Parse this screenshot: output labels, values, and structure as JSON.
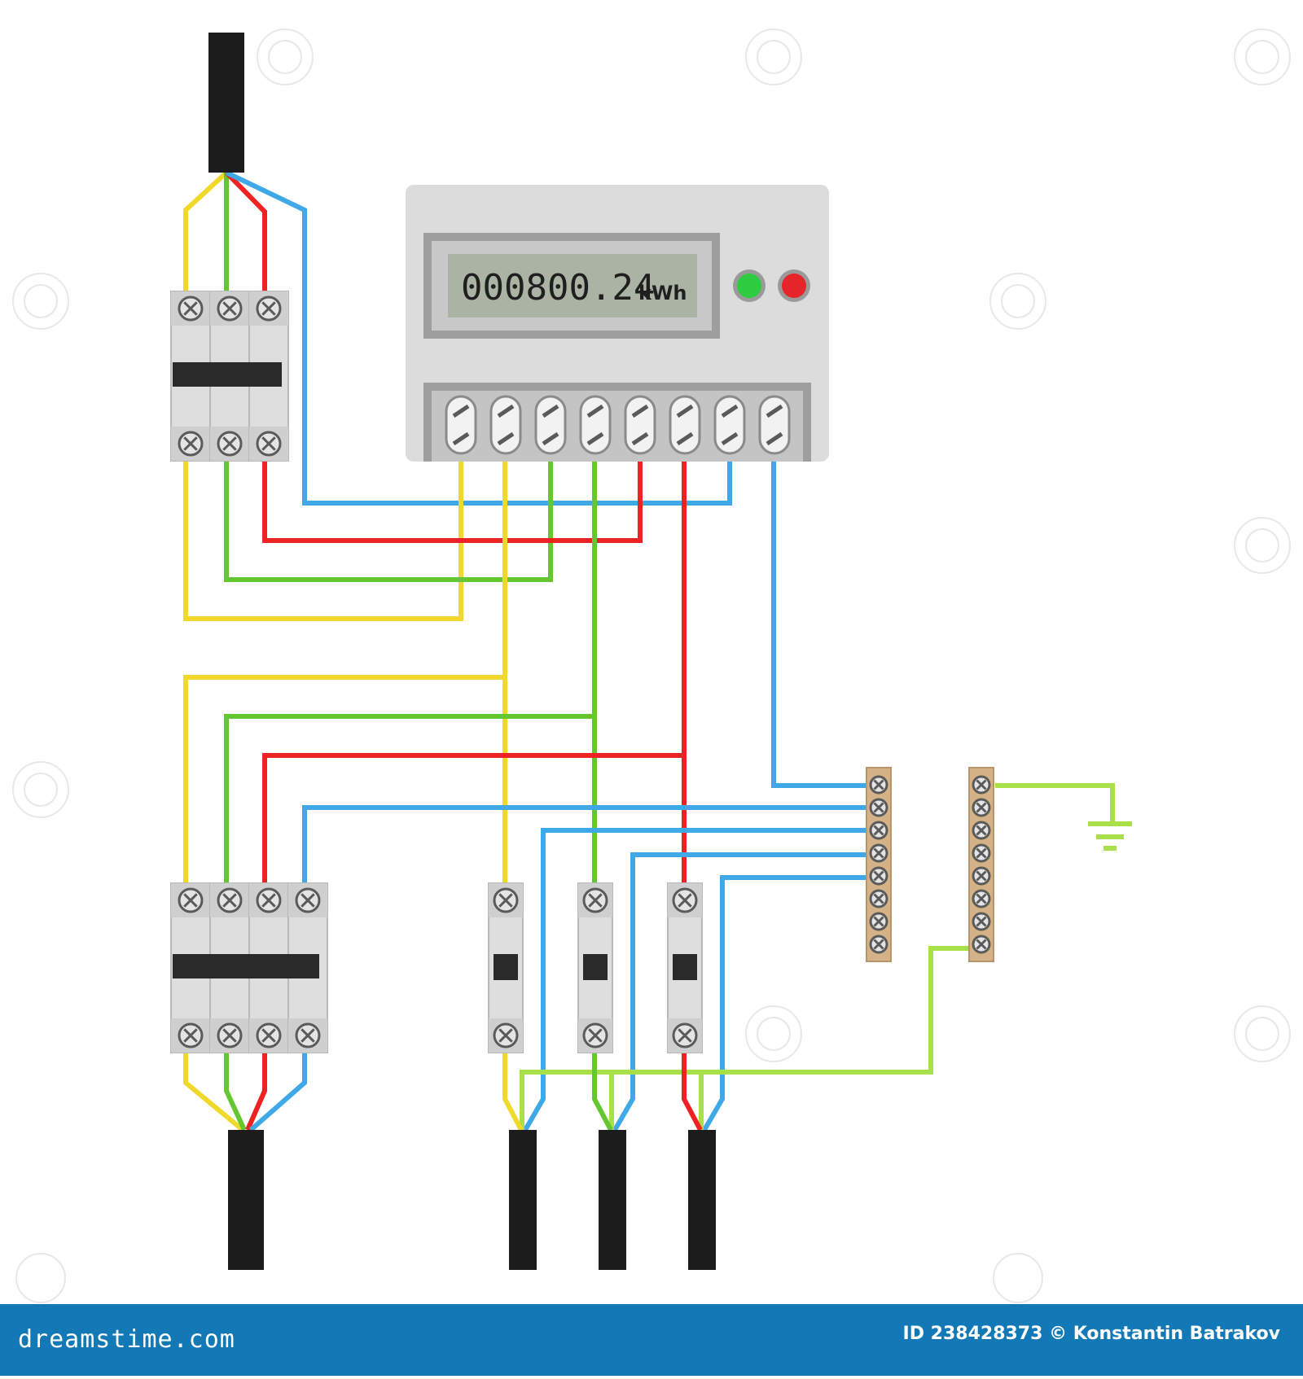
{
  "meter": {
    "reading": "000800.24",
    "unit": "kWh",
    "indicator_green": "#2ecc40",
    "indicator_red": "#e5252a",
    "terminal_count": 8
  },
  "wire_colors": {
    "yellow": "#f0d92b",
    "green": "#65c72f",
    "red": "#ee2222",
    "blue": "#3fa8e6",
    "ground": "#a8e04a",
    "cable": "#1c1c1c"
  },
  "components": {
    "main_breaker_poles": 3,
    "distribution_breaker_poles": 4,
    "single_breakers": 3,
    "neutral_bus_screws": 8,
    "ground_bus_screws": 8
  },
  "footer": {
    "brand": "dreamstime.com",
    "credit": "ID 238428373 © Konstantin Batrakov",
    "background": "#1279b6"
  }
}
